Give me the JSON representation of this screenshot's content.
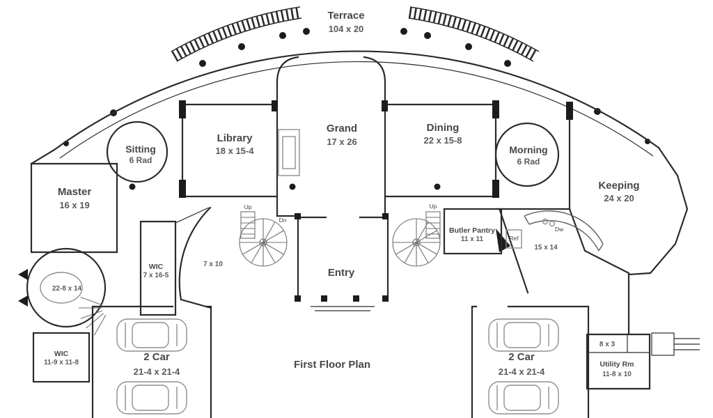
{
  "plan": {
    "title": "First Floor Plan",
    "rooms": {
      "terrace": {
        "name": "Terrace",
        "dims": "104 x 20"
      },
      "library": {
        "name": "Library",
        "dims": "18 x 15-4"
      },
      "grand": {
        "name": "Grand",
        "dims": "17 x 26"
      },
      "dining": {
        "name": "Dining",
        "dims": "22 x 15-8"
      },
      "sitting": {
        "name": "Sitting",
        "dims": "6 Rad"
      },
      "morning": {
        "name": "Morning",
        "dims": "6 Rad"
      },
      "master": {
        "name": "Master",
        "dims": "16 x 19"
      },
      "keeping": {
        "name": "Keeping",
        "dims": "24 x 20"
      },
      "butler_pantry": {
        "name": "Butler Pantry",
        "dims": "11 x 11"
      },
      "kitchen": {
        "dims": "15 x 14"
      },
      "wic_upper": {
        "name": "WIC",
        "dims": "7 x 16-5"
      },
      "hall": {
        "dims": "7 x 10"
      },
      "turret_room": {
        "dims": "22-8 x 14"
      },
      "entry": {
        "name": "Entry"
      },
      "wic_lower": {
        "name": "WIC",
        "dims": "11-9 x 11-8"
      },
      "garage_left": {
        "name": "2 Car",
        "dims": "21-4 x 21-4"
      },
      "garage_right": {
        "name": "2 Car",
        "dims": "21-4 x 21-4"
      },
      "closet": {
        "dims": "8 x 3"
      },
      "utility": {
        "name": "Utility Rm",
        "dims": "11-8 x 10"
      }
    },
    "annotations": {
      "up_left": "Up",
      "dn_left": "Dn",
      "up_right": "Up",
      "ref": "Ref",
      "dw": "Dw"
    },
    "colors": {
      "wall": "#2b2b2b",
      "furniture": "#8f8f8f",
      "room_text": "#474747",
      "dims_text": "#5a5a5a",
      "background": "#ffffff"
    }
  }
}
